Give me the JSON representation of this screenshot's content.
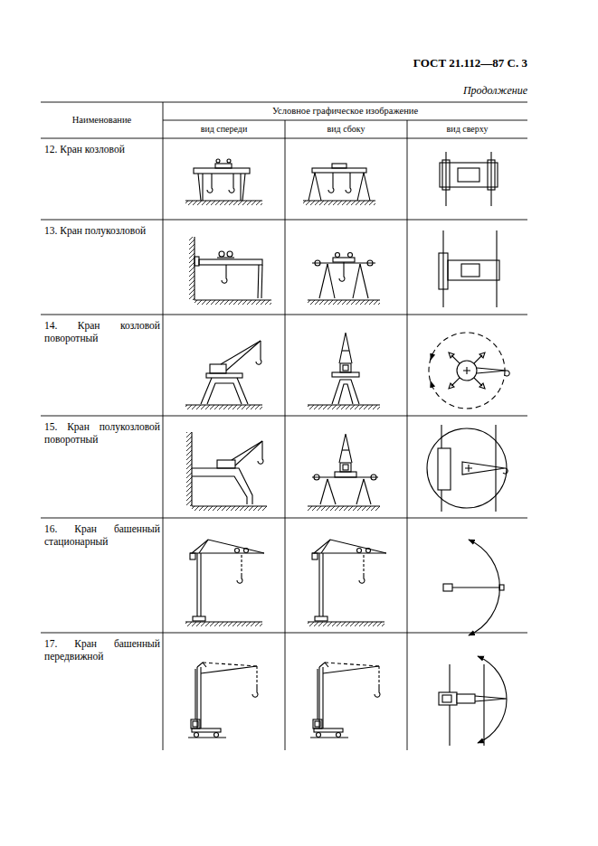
{
  "diagram": {
    "title": "ГОСТ 21.112—87 С. 3",
    "labels": [
      "Продолжение",
      "Наименование",
      "Условное графическое изображение",
      "вид спереди",
      "вид сбоку",
      "вид сверху",
      "12. Кран козловой",
      "13. Кран полукозловой",
      "14. Кран козловой поворотный",
      "15. Кран полукозловой поворотный",
      "16. Кран башенный стационарный",
      "17. Кран башенный передвижной"
    ]
  }
}
